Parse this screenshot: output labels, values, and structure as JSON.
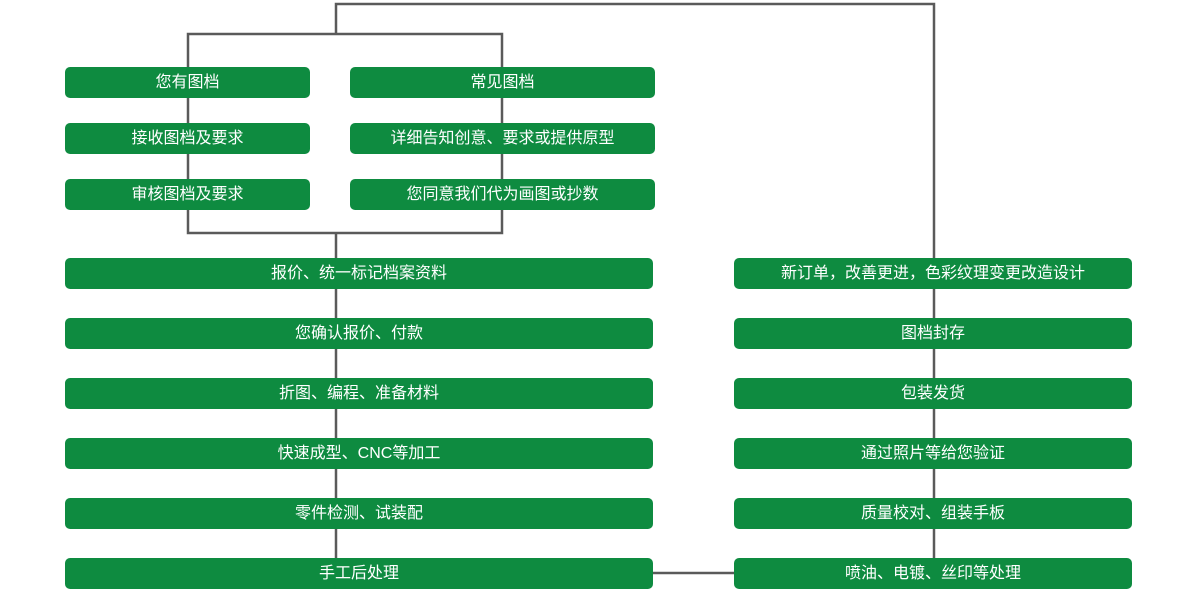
{
  "theme": {
    "page_bg": "#ffffff",
    "node_color": "#0e8b40",
    "line_color": "#5a5a5a",
    "text_color": "#ffffff"
  },
  "flowchart": {
    "branch_left": [
      {
        "label": "您有图档"
      },
      {
        "label": "接收图档及要求"
      },
      {
        "label": "审核图档及要求"
      }
    ],
    "branch_right": [
      {
        "label": "常见图档"
      },
      {
        "label": "详细告知创意、要求或提供原型"
      },
      {
        "label": "您同意我们代为画图或抄数"
      }
    ],
    "main_flow": [
      {
        "label": "报价、统一标记档案资料"
      },
      {
        "label": "您确认报价、付款"
      },
      {
        "label": "折图、编程、准备材料"
      },
      {
        "label": "快速成型、CNC等加工"
      },
      {
        "label": "零件检测、试装配"
      },
      {
        "label": "手工后处理"
      }
    ],
    "return_flow": [
      {
        "label": "新订单，改善更进，色彩纹理变更改造设计"
      },
      {
        "label": "图档封存"
      },
      {
        "label": "包装发货"
      },
      {
        "label": "通过照片等给您验证"
      },
      {
        "label": "质量校对、组装手板"
      },
      {
        "label": "喷油、电镀、丝印等处理"
      }
    ]
  }
}
